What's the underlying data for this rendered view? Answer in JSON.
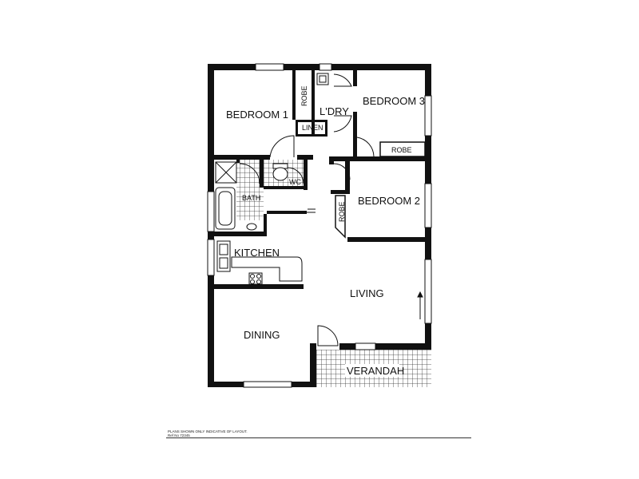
{
  "rooms": {
    "bedroom1": "BEDROOM 1",
    "bedroom2": "BEDROOM 2",
    "bedroom3": "BEDROOM 3",
    "laundry": "L'DRY",
    "linen": "LINEN",
    "robe_bed1": "ROBE",
    "robe_bed3": "ROBE",
    "robe_bed2": "ROBE",
    "wc": "WC",
    "bath": "BATH",
    "kitchen": "KITCHEN",
    "living": "LIVING",
    "dining": "DINING",
    "verandah": "VERANDAH"
  },
  "footer": {
    "disclaimer": "PLANS SHOWN ONLY INDICATIVE OF LAYOUT.",
    "ref": "Ref No 72345"
  }
}
